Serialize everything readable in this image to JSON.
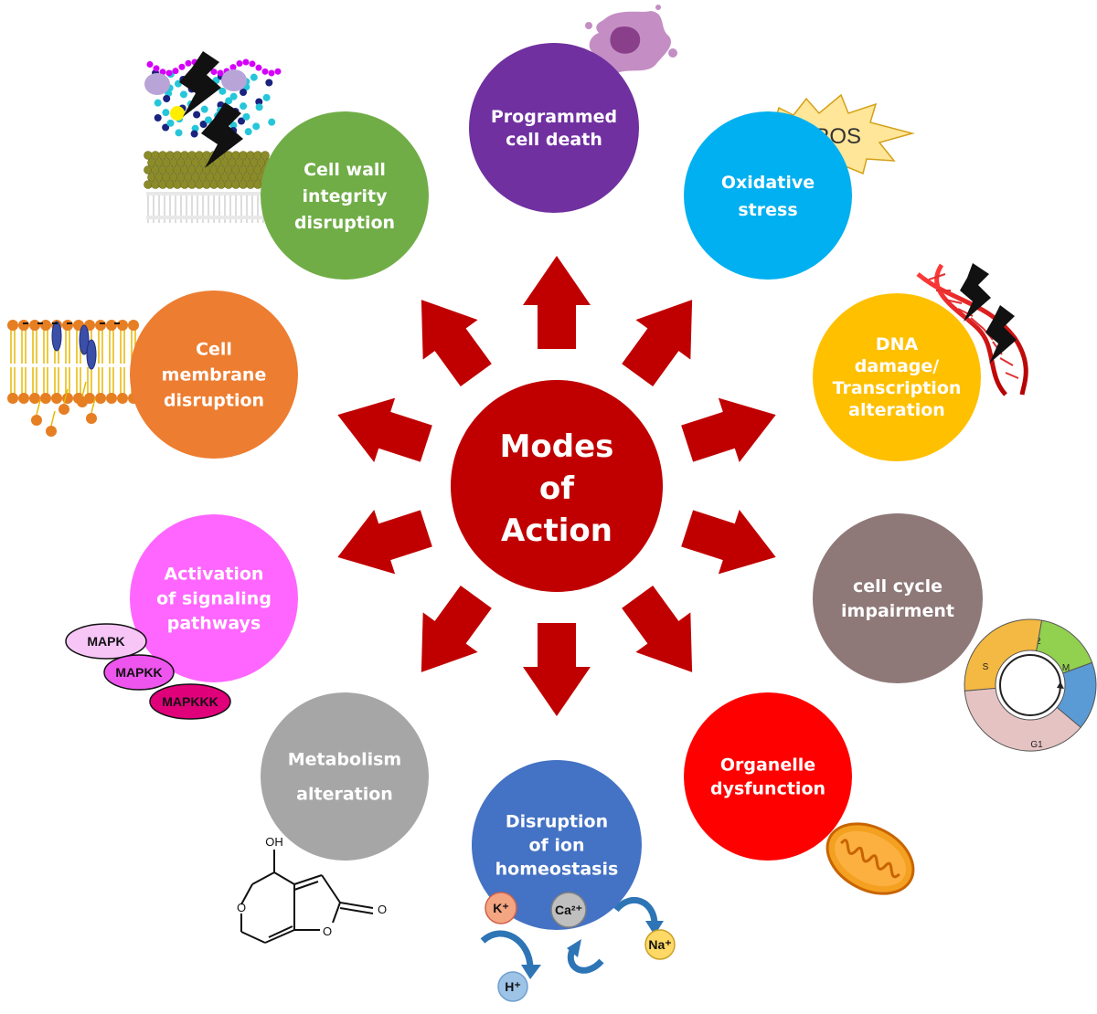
{
  "center": {
    "lines": [
      "Modes",
      "of",
      "Action"
    ],
    "color": "#c00000"
  },
  "arrow_color": "#c00000",
  "nodes": [
    {
      "id": "programmed-cell-death",
      "lines": [
        "Programmed",
        "cell death"
      ],
      "color": "#7030a0"
    },
    {
      "id": "oxidative-stress",
      "lines": [
        "Oxidative",
        "stress"
      ],
      "color": "#00b0f0"
    },
    {
      "id": "dna-damage",
      "lines": [
        "DNA",
        "damage/",
        "Transcription",
        "alteration"
      ],
      "color": "#ffc000"
    },
    {
      "id": "cell-cycle-impairment",
      "lines": [
        "cell cycle",
        "impairment"
      ],
      "color": "#8e7878"
    },
    {
      "id": "organelle-dysfunction",
      "lines": [
        "Organelle",
        "dysfunction"
      ],
      "color": "#ff0000"
    },
    {
      "id": "ion-homeostasis",
      "lines": [
        "Disruption",
        "of ion",
        "homeostasis"
      ],
      "color": "#4472c4"
    },
    {
      "id": "metabolism-alteration",
      "lines": [
        "Metabolism",
        "alteration"
      ],
      "color": "#a6a6a6"
    },
    {
      "id": "signaling-activation",
      "lines": [
        "Activation",
        "of signaling",
        "pathways"
      ],
      "color": "#ff66ff"
    },
    {
      "id": "cell-membrane-disruption",
      "lines": [
        "Cell",
        "membrane",
        "disruption"
      ],
      "color": "#ed7d31"
    },
    {
      "id": "cell-wall-disruption",
      "lines": [
        "Cell wall",
        "integrity",
        "disruption"
      ],
      "color": "#70ad47"
    }
  ],
  "ros": {
    "label": "ROS",
    "color": "#ffe699"
  },
  "kinases": [
    {
      "label": "MAPK",
      "color": "#f7c6f7"
    },
    {
      "label": "MAPKK",
      "color": "#ee55ee"
    },
    {
      "label": "MAPKKK",
      "color": "#e0007a"
    }
  ],
  "cell_cycle": {
    "phases": [
      {
        "label": "G2",
        "color": "#92d050"
      },
      {
        "label": "M",
        "color": "#5b9bd5"
      },
      {
        "label": "G1",
        "color": "#e6c3c3"
      },
      {
        "label": "S",
        "color": "#f4b942"
      }
    ]
  },
  "ions": [
    {
      "label": "K⁺",
      "color": "#f4a582"
    },
    {
      "label": "Ca²⁺",
      "color": "#bfbfbf"
    },
    {
      "label": "Na⁺",
      "color": "#ffd966"
    },
    {
      "label": "H⁺",
      "color": "#9dc3e6"
    }
  ],
  "molecule": {
    "labels": [
      "OH",
      "O",
      "O",
      "O"
    ]
  }
}
